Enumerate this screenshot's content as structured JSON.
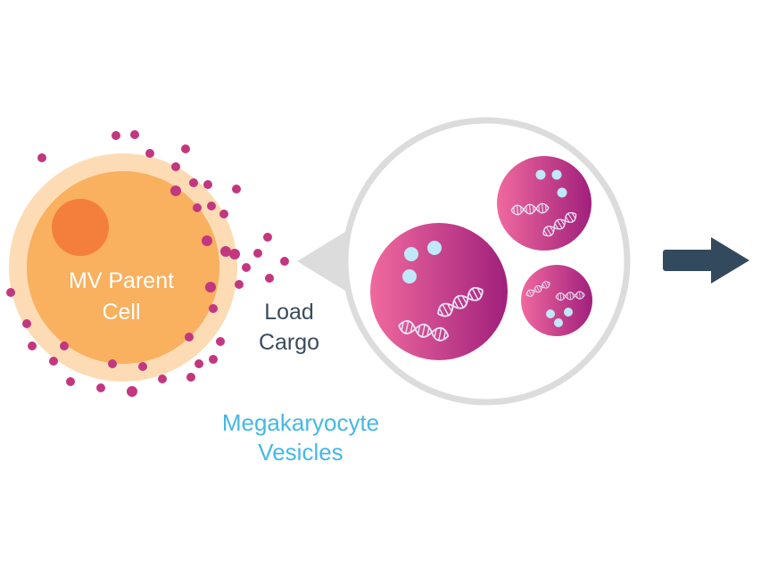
{
  "parent_cell": {
    "label_line1": "MV Parent",
    "label_line2": "Cell"
  },
  "load": {
    "label_line1": "Load",
    "label_line2": "Cargo"
  },
  "vesicles": {
    "label_line1": "Megakaryocyte",
    "label_line2": "Vesicles"
  },
  "icons": {
    "cargo": "dna-helix-icon",
    "arrow": "arrow-right-icon"
  },
  "colors": {
    "cell_outer": "#fddcb5",
    "cell_body": "#f9b05f",
    "nucleus": "#f47f3c",
    "dots": "#c2377f",
    "vesicle_pink": "#ec5f98",
    "vesicle_purple": "#9b1f7a",
    "lens": "#dcdcdc",
    "text_dark": "#3b4b5c",
    "text_blue": "#45b8e6",
    "arrow": "#334a5e"
  }
}
